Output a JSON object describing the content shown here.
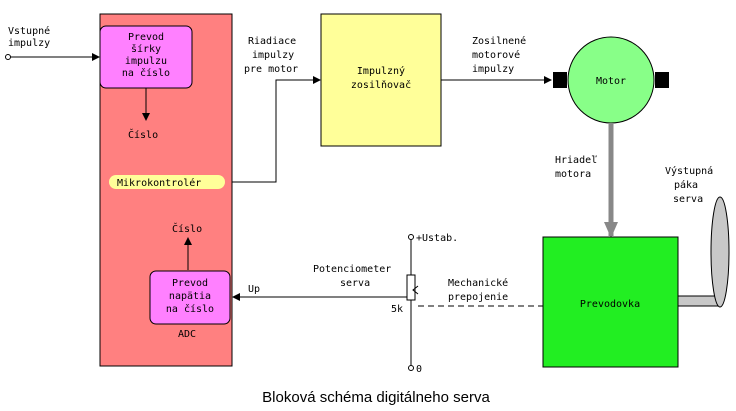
{
  "caption": "Bloková schéma digitálneho serva",
  "labels": {
    "input": [
      "Vstupné",
      "impulzy"
    ],
    "pwm_block": [
      "Prevod",
      "šírky",
      "impulzu",
      "na číslo"
    ],
    "cislo_top": "Číslo",
    "micro": "Mikrokontrolér",
    "cislo_bottom": "Číslo",
    "adc_block": [
      "Prevod",
      "napätia",
      "na číslo"
    ],
    "adc": "ADC",
    "control": [
      "Riadiace",
      "impulzy",
      "pre motor"
    ],
    "amplifier": [
      "Impulzný",
      "zosilňovač"
    ],
    "amplified": [
      "Zosilnené",
      "motorové",
      "impulzy"
    ],
    "motor": "Motor",
    "shaft": [
      "Hriadeľ",
      "motora"
    ],
    "output_arm": [
      "Výstupná",
      "páka",
      "serva"
    ],
    "supply": "+Ustab.",
    "pot": [
      "Potenciometer",
      "serva"
    ],
    "mech": [
      "Mechanické",
      "prepojenie"
    ],
    "up": "Up",
    "pot_value": "5k",
    "ground": "0",
    "gearbox": "Prevodovka"
  },
  "colors": {
    "micro_fill": "#ff8080",
    "pwm_fill": "#ff80ff",
    "amp_fill": "#ffff99",
    "motor_fill": "#88ff88",
    "gear_fill": "#22ee22",
    "micro_label_fill": "#ffff99",
    "shaft": "#888888",
    "arm_fill": "#c8c8c8"
  }
}
